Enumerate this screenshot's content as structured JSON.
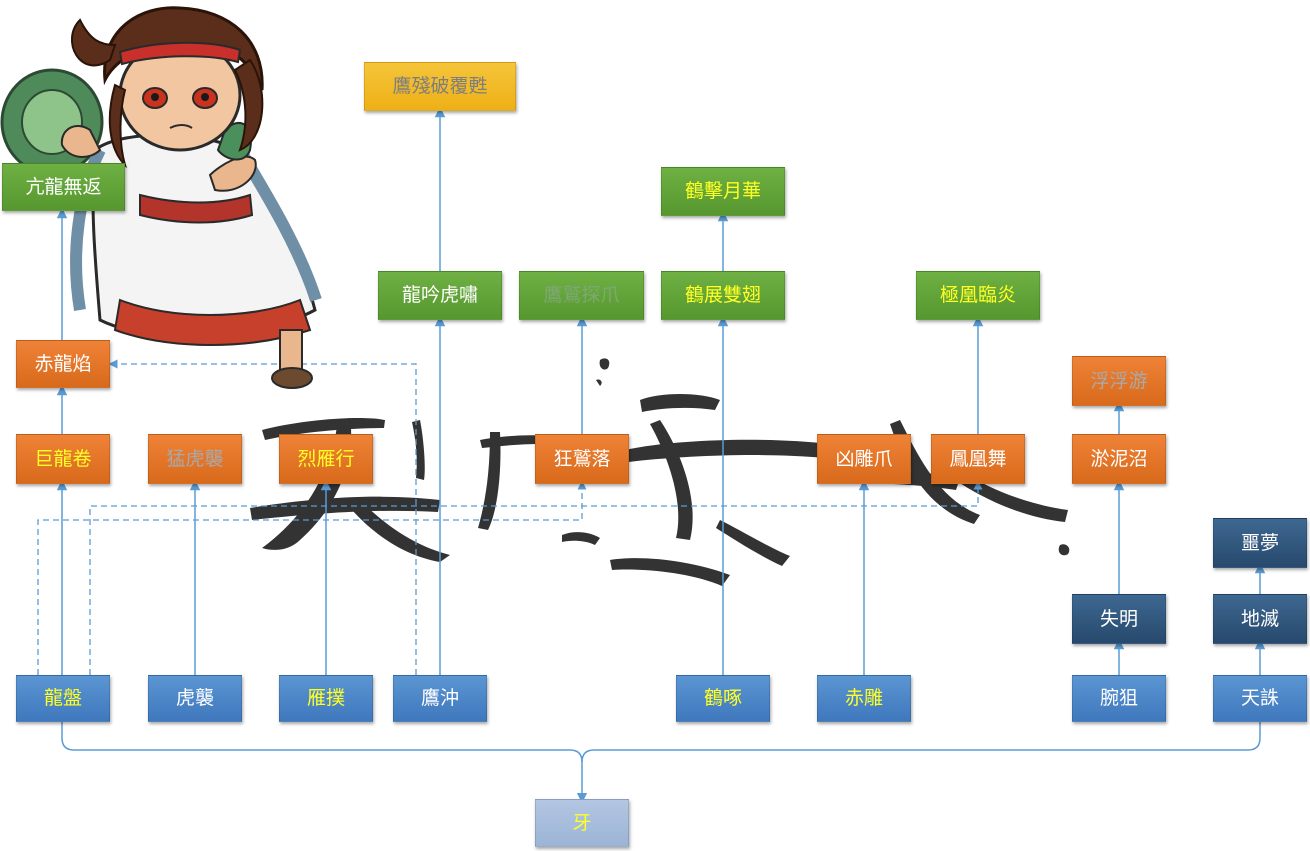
{
  "nodes": {
    "root": {
      "label": "牙",
      "color": "yellow"
    },
    "b1": {
      "label": "龍盤",
      "color": "yellow"
    },
    "b2": {
      "label": "虎襲",
      "color": "white"
    },
    "b3": {
      "label": "雁撲",
      "color": "yellow"
    },
    "b4": {
      "label": "鷹沖",
      "color": "white"
    },
    "b5": {
      "label": "鶴啄",
      "color": "yellow"
    },
    "b6": {
      "label": "赤雕",
      "color": "yellow"
    },
    "b7": {
      "label": "腕狙",
      "color": "white"
    },
    "b8": {
      "label": "天誅",
      "color": "white"
    },
    "d1": {
      "label": "失明",
      "color": "white"
    },
    "d2": {
      "label": "地滅",
      "color": "white"
    },
    "d3": {
      "label": "噩夢",
      "color": "white"
    },
    "o1": {
      "label": "巨龍卷",
      "color": "yellow"
    },
    "o2": {
      "label": "猛虎襲",
      "color": "grey"
    },
    "o3": {
      "label": "烈雁行",
      "color": "yellow"
    },
    "o4": {
      "label": "狂鷲落",
      "color": "white"
    },
    "o5": {
      "label": "凶雕爪",
      "color": "white"
    },
    "o6": {
      "label": "鳳凰舞",
      "color": "white"
    },
    "o7": {
      "label": "淤泥沼",
      "color": "white"
    },
    "o8": {
      "label": "浮浮游",
      "color": "grey"
    },
    "o9": {
      "label": "赤龍焰",
      "color": "white"
    },
    "g1": {
      "label": "亢龍無返",
      "color": "white"
    },
    "g2": {
      "label": "龍吟虎嘯",
      "color": "white"
    },
    "g3": {
      "label": "鷹鷲探爪",
      "color": "faint"
    },
    "g4": {
      "label": "鶴展雙翅",
      "color": "yellow"
    },
    "g5": {
      "label": "鶴擊月華",
      "color": "yellow"
    },
    "g6": {
      "label": "極凰臨炎",
      "color": "yellow"
    },
    "y1": {
      "label": "鷹殘破覆甦",
      "color": "grey"
    }
  },
  "colors": {
    "blue": "#4a85c8",
    "dark": "#2f5679",
    "orange": "#e5772b",
    "green": "#62a339",
    "gold": "#f2bd26",
    "line": "#5b9bd5"
  },
  "illustration": "chibi-warrior-mascot",
  "calligraphy": "black-ink-brush-strokes"
}
